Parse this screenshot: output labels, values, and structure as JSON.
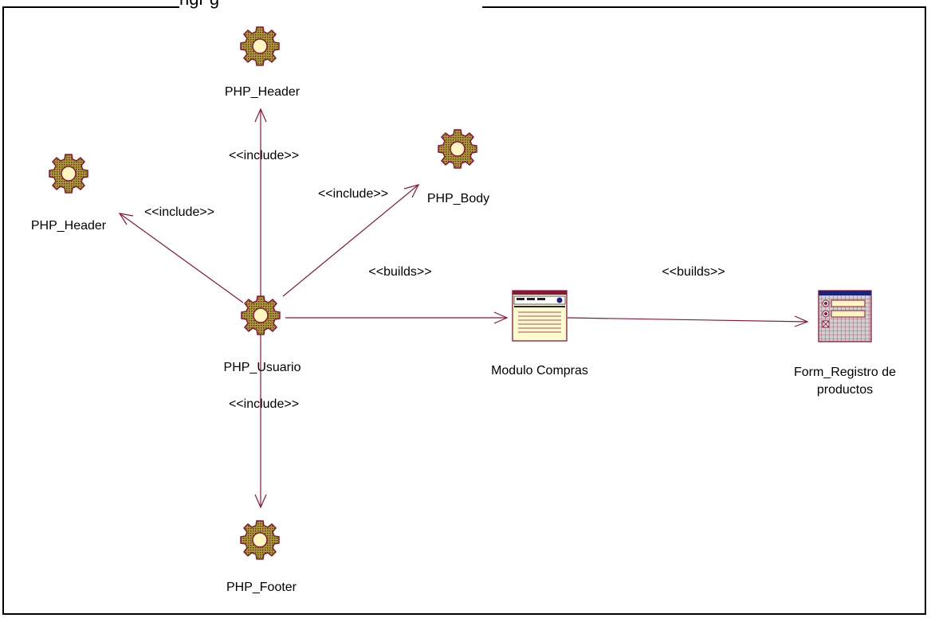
{
  "diagram": {
    "title_fragment": "ngr      g",
    "nodes": [
      {
        "id": "header_top",
        "kind": "server-page",
        "label": "PHP_Header"
      },
      {
        "id": "header_left",
        "kind": "server-page",
        "label": "PHP_Header"
      },
      {
        "id": "body",
        "kind": "server-page",
        "label": "PHP_Body"
      },
      {
        "id": "usuario",
        "kind": "server-page",
        "label": "PHP_Usuario"
      },
      {
        "id": "footer",
        "kind": "server-page",
        "label": "PHP_Footer"
      },
      {
        "id": "compras",
        "kind": "client-page",
        "label": "Modulo Compras"
      },
      {
        "id": "form",
        "kind": "html-form",
        "label_line1": "Form_Registro de",
        "label_line2": "productos"
      }
    ],
    "edges": [
      {
        "from": "usuario",
        "to": "header_top",
        "stereotype": "<<include>>"
      },
      {
        "from": "usuario",
        "to": "header_left",
        "stereotype": "<<include>>"
      },
      {
        "from": "usuario",
        "to": "body",
        "stereotype": "<<include>>"
      },
      {
        "from": "usuario",
        "to": "footer",
        "stereotype": "<<include>>"
      },
      {
        "from": "usuario",
        "to": "compras",
        "stereotype": "<<builds>>"
      },
      {
        "from": "compras",
        "to": "form",
        "stereotype": "<<builds>>"
      }
    ],
    "colors": {
      "edge": "#8b1538",
      "gear_fill": "#9a9a2a",
      "gear_outline": "#8b1538",
      "gear_center": "#fff5c0",
      "page_fill": "#fffbd0",
      "form_header": "#1a237e"
    },
    "icons": {
      "server_page": "gear-icon",
      "client_page": "client-page-icon",
      "form": "form-icon"
    }
  }
}
